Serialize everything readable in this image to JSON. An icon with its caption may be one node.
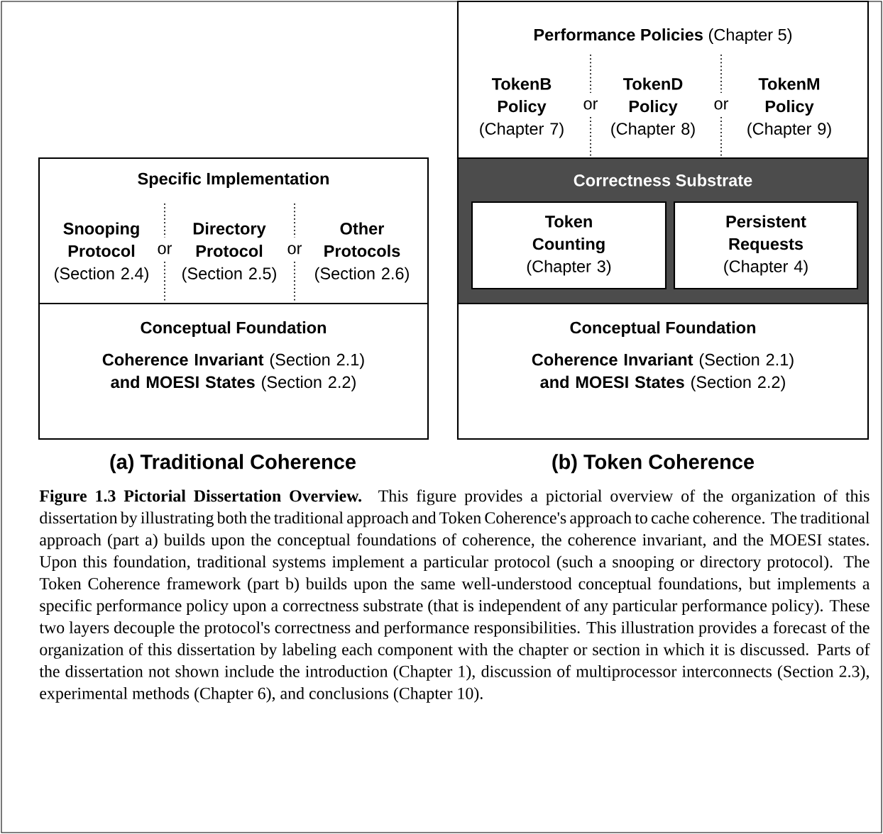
{
  "diagram": {
    "caption": "**Figure 1.3 Pictorial Dissertation Overview.** This figure provides a pictorial overview of the organization of this dissertation by illustrating both the traditional approach and Token Coherence's approach to cache coherence. The traditional approach (part a) builds upon the conceptual foundations of coherence, the coherence invariant, and the MOESI states. Upon this foundation, traditional systems implement a particular protocol (such a snooping or directory protocol). The Token Coherence framework (part b) builds upon the same well-understood conceptual foundations, but implements a specific performance policy upon a correctness substrate (that is independent of any particular performance policy). These two layers decouple the protocol's correctness and performance responsibilities. This illustration provides a forecast of the organization of this dissertation by labeling each component with the chapter or section in which it is discussed. Parts of the dissertation not shown include the introduction (Chapter 1), discussion of multiprocessor interconnects (Section 2.3), experimental methods (Chapter 6), and conclusions (Chapter 10).",
    "nodes": [
      {
        "text": [
          "Specific Implementation",
          "Snooping Protocol",
          "(Section 2.4)",
          "or",
          "Directory Protocol",
          "(Section 2.5)",
          "or",
          "Other Protocols",
          "(Section 2.6)"
        ]
      },
      {
        "text": [
          "Conceptual Foundation",
          "**Coherence Invariant** (Section 2.1) **and MOESI States** (Section 2.2)"
        ]
      },
      {
        "text": [
          "**Performance Policies** (Chapter 5)",
          "TokenB Policy",
          "(Chapter 7)",
          "or",
          "TokenD Policy",
          "(Chapter 8)",
          "or",
          "TokenM Policy",
          "(Chapter 9)"
        ]
      },
      {
        "text": [
          "Correctness Substrate"
        ]
      },
      {
        "text": [
          "Token Counting",
          "(Chapter 3)"
        ],
        "in": 3
      },
      {
        "text": [
          "Persistent Requests",
          "(Chapter 4)"
        ],
        "in": 3
      },
      {
        "text": [
          "Conceptual Foundation",
          "**Coherence Invariant** (Section 2.1) **and MOESI States** (Section 2.2)"
        ]
      }
    ],
    "labels": [
      "(a) Traditional Coherence",
      "(b) Token Coherence"
    ]
  }
}
